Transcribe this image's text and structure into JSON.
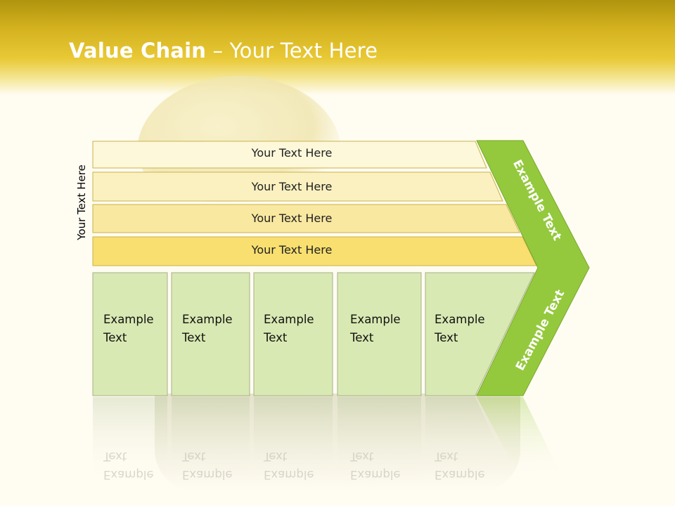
{
  "slide": {
    "title_bold": "Value Chain",
    "title_rest": " – Your Text Here",
    "side_label": "Your Text Here"
  },
  "support_rows": [
    {
      "label": "Your Text Here",
      "color": "#fdf8da"
    },
    {
      "label": "Your Text Here",
      "color": "#fbf1c0"
    },
    {
      "label": "Your Text Here",
      "color": "#f9e8a0"
    },
    {
      "label": "Your Text Here",
      "color": "#f8df70"
    }
  ],
  "primary_activities": [
    {
      "line1": "Example",
      "line2": "Text"
    },
    {
      "line1": "Example",
      "line2": "Text"
    },
    {
      "line1": "Example",
      "line2": "Text"
    },
    {
      "line1": "Example",
      "line2": "Text"
    },
    {
      "line1": "Example",
      "line2": "Text"
    }
  ],
  "margin": {
    "top_label": "Example Text",
    "bottom_label": "Example Text",
    "color": "#94c93d"
  },
  "colors": {
    "header": "#e2c22e",
    "activity_fill": "#d9e9b3",
    "activity_border": "#a7b08a",
    "row_border": "#c9b24a"
  }
}
